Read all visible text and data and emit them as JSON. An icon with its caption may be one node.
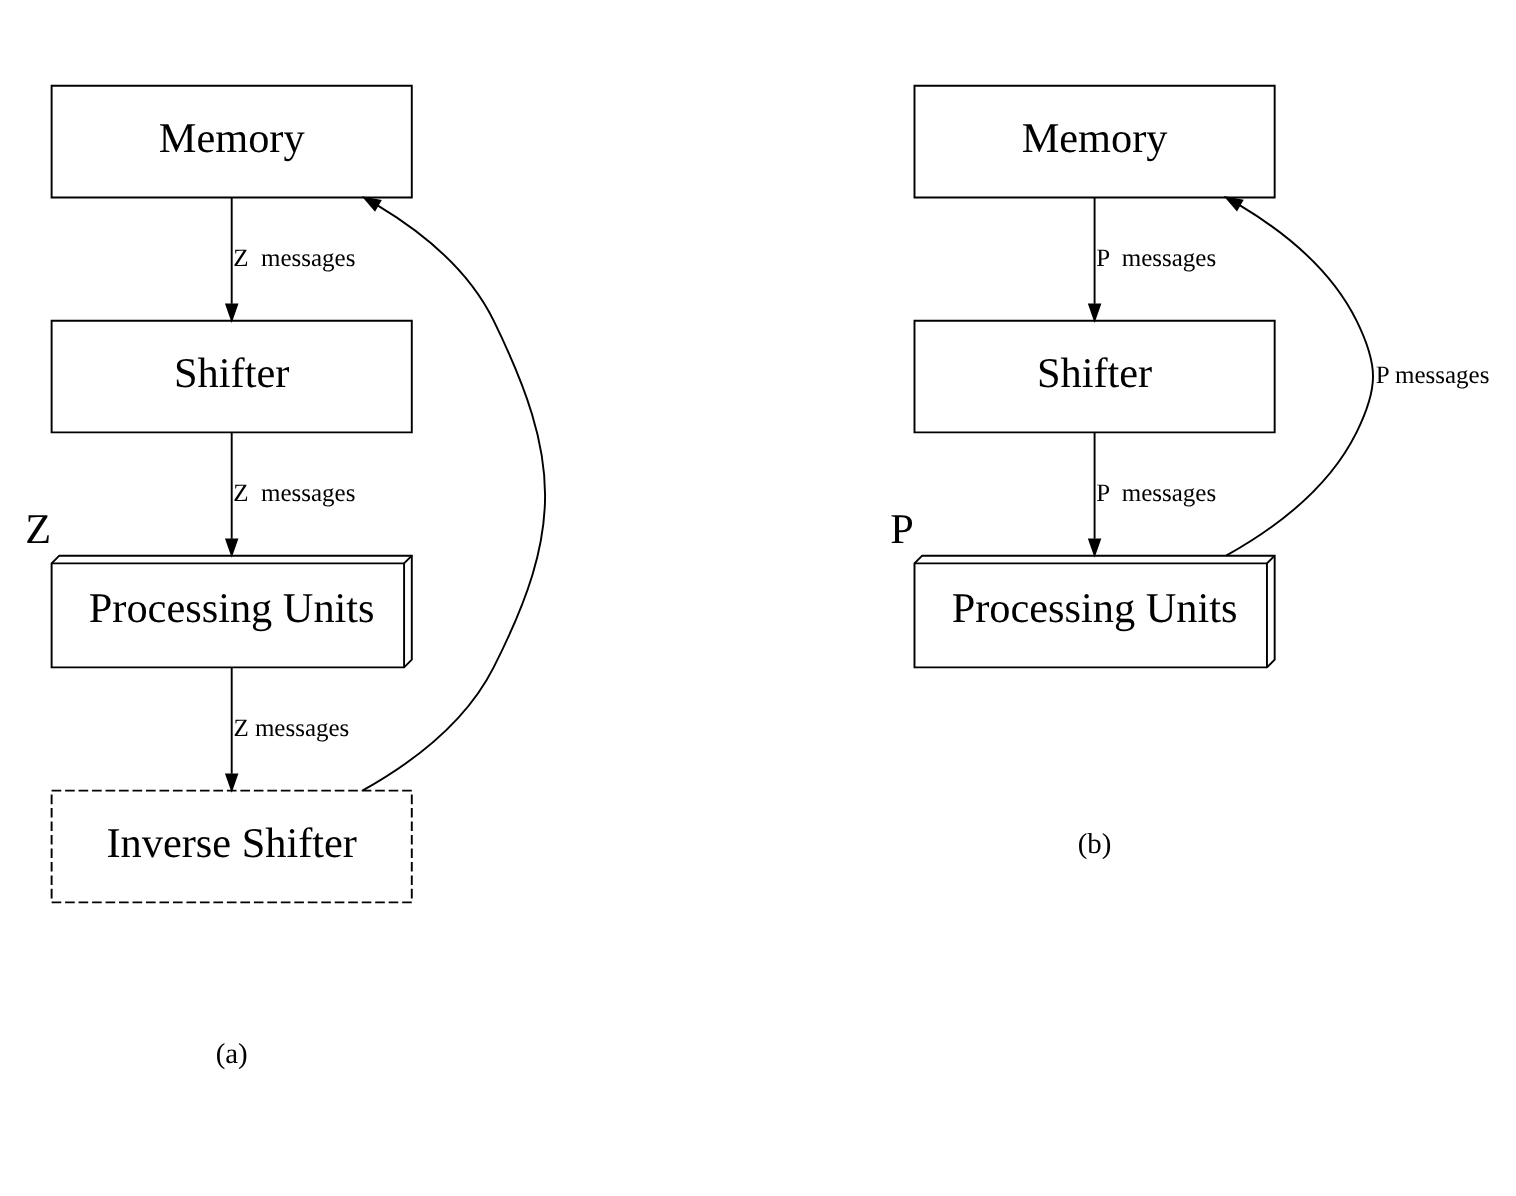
{
  "diagram": {
    "nodes": [
      {
        "text": [
          "Memory"
        ]
      },
      {
        "text": [
          "Shifter"
        ]
      },
      {
        "text": [
          "Processing Units"
        ],
        "beside": [
          "Z"
        ]
      },
      {
        "text": [
          "Inverse Shifter"
        ]
      },
      {
        "text": [
          "Memory"
        ]
      },
      {
        "text": [
          "Shifter"
        ]
      },
      {
        "text": [
          "Processing Units"
        ],
        "beside": [
          "P"
        ]
      }
    ],
    "edges": [
      {
        "from": 0,
        "to": 1,
        "arrow": "to",
        "label": "Z  messages"
      },
      {
        "from": 1,
        "to": 2,
        "arrow": "to",
        "label": "Z  messages"
      },
      {
        "from": 2,
        "to": 3,
        "arrow": "to",
        "label": "Z messages"
      },
      {
        "from": 3,
        "to": 0,
        "arrow": "to"
      },
      {
        "from": 4,
        "to": 5,
        "arrow": "to",
        "label": "P  messages"
      },
      {
        "from": 5,
        "to": 6,
        "arrow": "to",
        "label": "P  messages"
      },
      {
        "from": 6,
        "to": 4,
        "arrow": "to",
        "label": "P messages"
      }
    ],
    "labels": [
      "(a)",
      "(b)"
    ]
  }
}
